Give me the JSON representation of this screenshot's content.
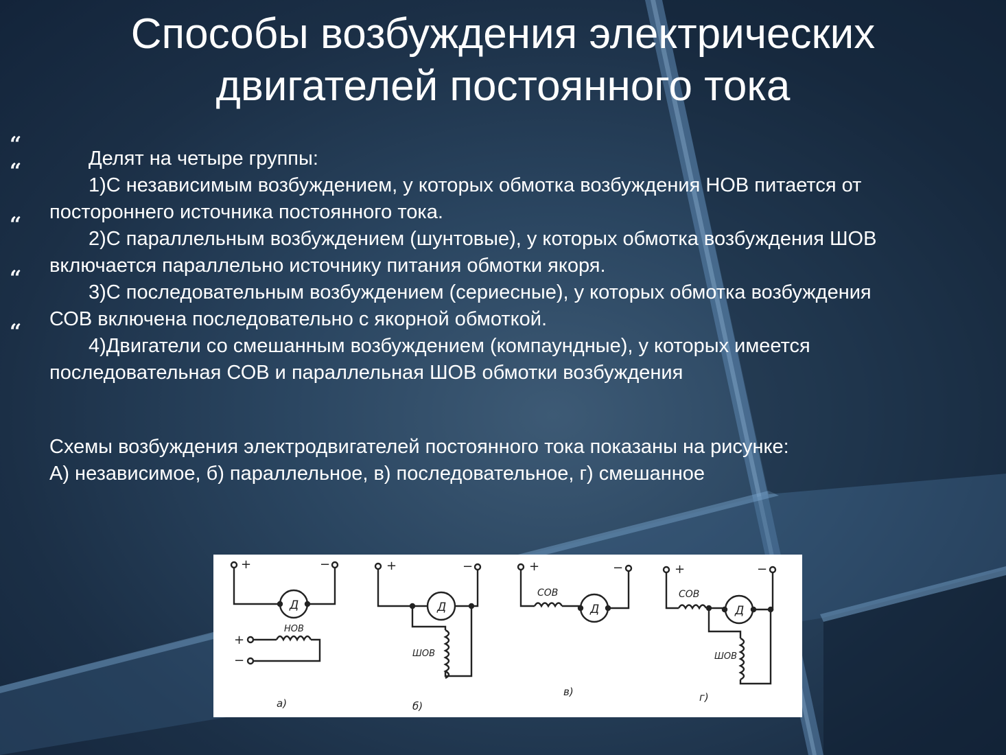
{
  "slide": {
    "title_lines": [
      "Способы возбуждения электрических",
      "двигателей постоянного тока"
    ],
    "intro": "Делят на четыре группы:",
    "groups": [
      {
        "line1": "1)С независимым возбуждением, у которых обмотка возбуждения НОВ питается от",
        "line2": "постороннего источника постоянного тока."
      },
      {
        "line1": "2)С параллельным возбуждением (шунтовые), у которых обмотка возбуждения ШОВ",
        "line2": "включается параллельно источнику питания обмотки якоря."
      },
      {
        "line1": "3)С последовательным возбуждением (сериесные), у которых обмотка возбуждения",
        "line2": "СОВ включена последовательно с якорной обмоткой."
      },
      {
        "line1": "4)Двигатели со смешанным возбуждением (компаундные), у которых имеется",
        "line2": "последовательная СОВ и параллельная ШОВ обмотки возбуждения"
      }
    ],
    "schemes_line1": "Схемы возбуждения электродвигателей постоянного тока показаны на рисунке:",
    "schemes_line2": "А) независимое, б) параллельное, в) последовательное, г) смешанное",
    "bullet_glyph": "“",
    "figure": {
      "plus": "+",
      "minus": "−",
      "motor_label": "Д",
      "nov_label": "НОВ",
      "shov_label": "ШОВ",
      "sov_label": "СОВ",
      "caption_a": "а)",
      "caption_b": "б)",
      "caption_v": "в)",
      "caption_g": "г)"
    }
  }
}
